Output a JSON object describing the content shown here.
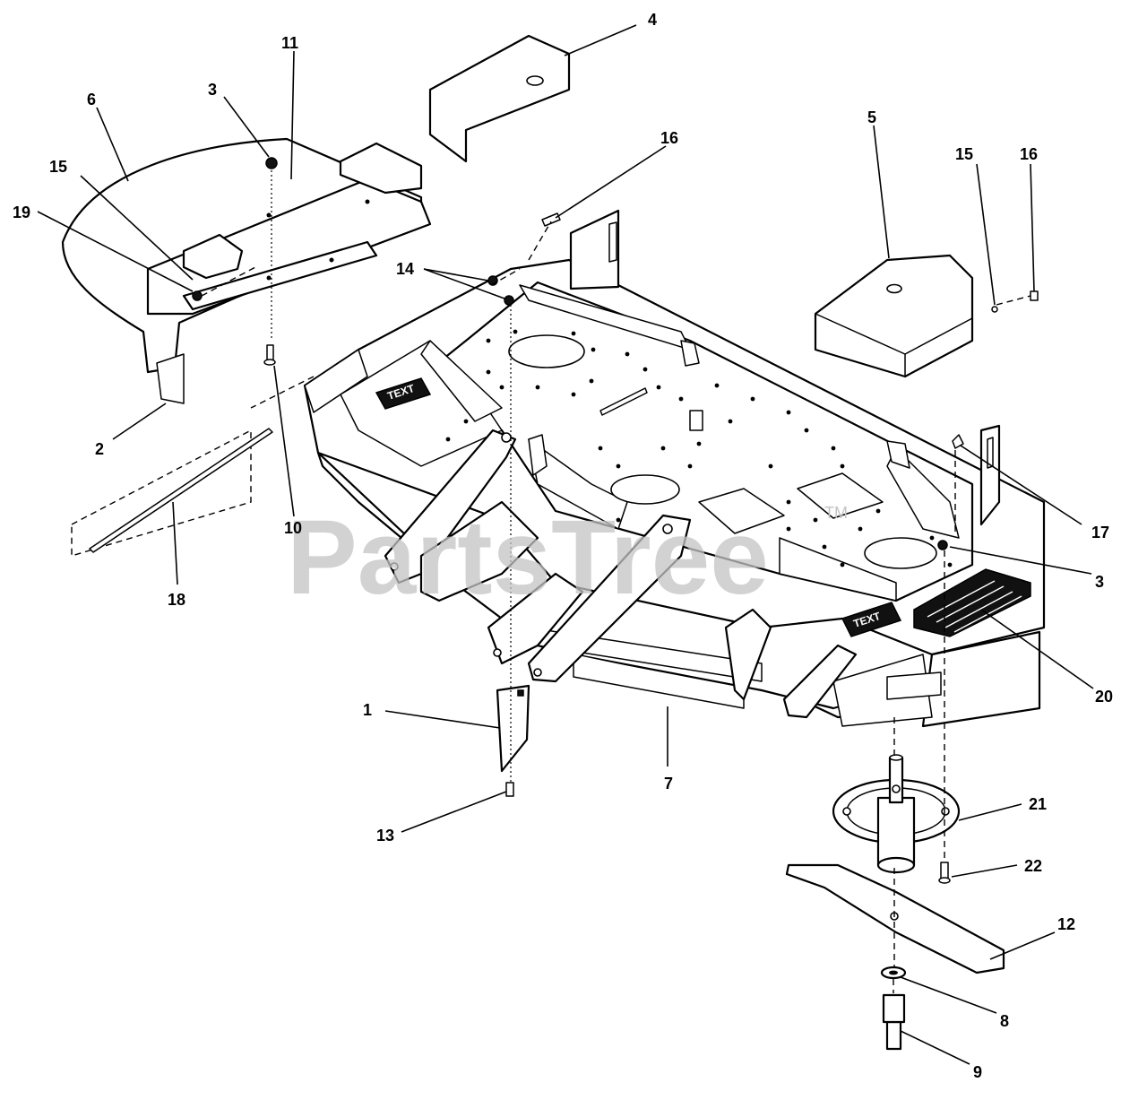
{
  "watermark": {
    "text": "PartsTree",
    "trademark": "TM"
  },
  "deck_labels": [
    "TEXT",
    "TEXT"
  ],
  "callouts": [
    {
      "id": "c1",
      "label": "1"
    },
    {
      "id": "c2",
      "label": "2"
    },
    {
      "id": "c3a",
      "label": "3"
    },
    {
      "id": "c3b",
      "label": "3"
    },
    {
      "id": "c4",
      "label": "4"
    },
    {
      "id": "c5",
      "label": "5"
    },
    {
      "id": "c6",
      "label": "6"
    },
    {
      "id": "c7",
      "label": "7"
    },
    {
      "id": "c8",
      "label": "8"
    },
    {
      "id": "c9",
      "label": "9"
    },
    {
      "id": "c10",
      "label": "10"
    },
    {
      "id": "c11",
      "label": "11"
    },
    {
      "id": "c12",
      "label": "12"
    },
    {
      "id": "c13",
      "label": "13"
    },
    {
      "id": "c14",
      "label": "14"
    },
    {
      "id": "c15a",
      "label": "15"
    },
    {
      "id": "c15b",
      "label": "15"
    },
    {
      "id": "c16a",
      "label": "16"
    },
    {
      "id": "c16b",
      "label": "16"
    },
    {
      "id": "c17",
      "label": "17"
    },
    {
      "id": "c18",
      "label": "18"
    },
    {
      "id": "c19",
      "label": "19"
    },
    {
      "id": "c20",
      "label": "20"
    },
    {
      "id": "c21",
      "label": "21"
    },
    {
      "id": "c22",
      "label": "22"
    }
  ]
}
